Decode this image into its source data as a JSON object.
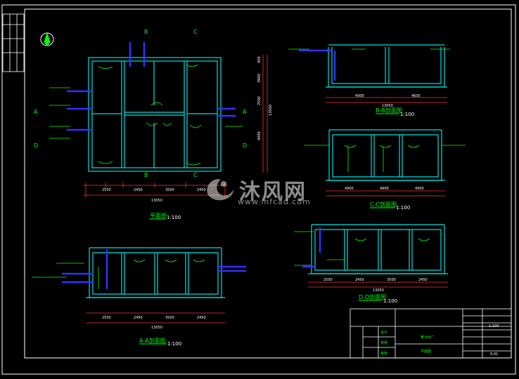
{
  "colors": {
    "background": "#000000",
    "frame": "#ffffff",
    "wall": "#00e0e0",
    "annotation": "#00ff00",
    "dimension": "#ff3030",
    "pipe": "#3030ff",
    "leader": "#ffff00",
    "watermark": "#ffffff"
  },
  "views": {
    "plan": {
      "title": "平面图",
      "scale": "1:100"
    },
    "section_aa": {
      "title": "A-A剖面图",
      "scale": "1:100"
    },
    "section_bb": {
      "title": "B-B剖面图",
      "scale": "1:100"
    },
    "section_cc": {
      "title": "C-C剖面图",
      "scale": "1:100"
    },
    "section_dd": {
      "title": "D-D剖面图",
      "scale": "1:100"
    }
  },
  "plan_dimensions": {
    "bottom": [
      "2550",
      "2450",
      "3500",
      "2450",
      "13050"
    ],
    "side": [
      "400",
      "3900",
      "2500",
      "4000",
      "13500"
    ]
  },
  "section_dimensions": {
    "aa": [
      "2550",
      "2450",
      "3500",
      "2450",
      "13050"
    ],
    "bb": [
      "4900",
      "4600",
      "13050"
    ],
    "cc": [
      "4900",
      "4900",
      "4900"
    ],
    "dd": [
      "2550",
      "2450",
      "3500",
      "2450",
      "13050"
    ]
  },
  "section_markers": [
    "A",
    "A",
    "B",
    "B",
    "C",
    "C",
    "D",
    "D"
  ],
  "title_block": {
    "project": "某污水厂",
    "drawing_name": "平面图",
    "scale": "1:100",
    "drawing_no": "S-01",
    "labels": [
      "设计",
      "校核",
      "审核"
    ]
  },
  "watermark": {
    "brand": "沐风网",
    "url": "www.mfcad.com"
  }
}
